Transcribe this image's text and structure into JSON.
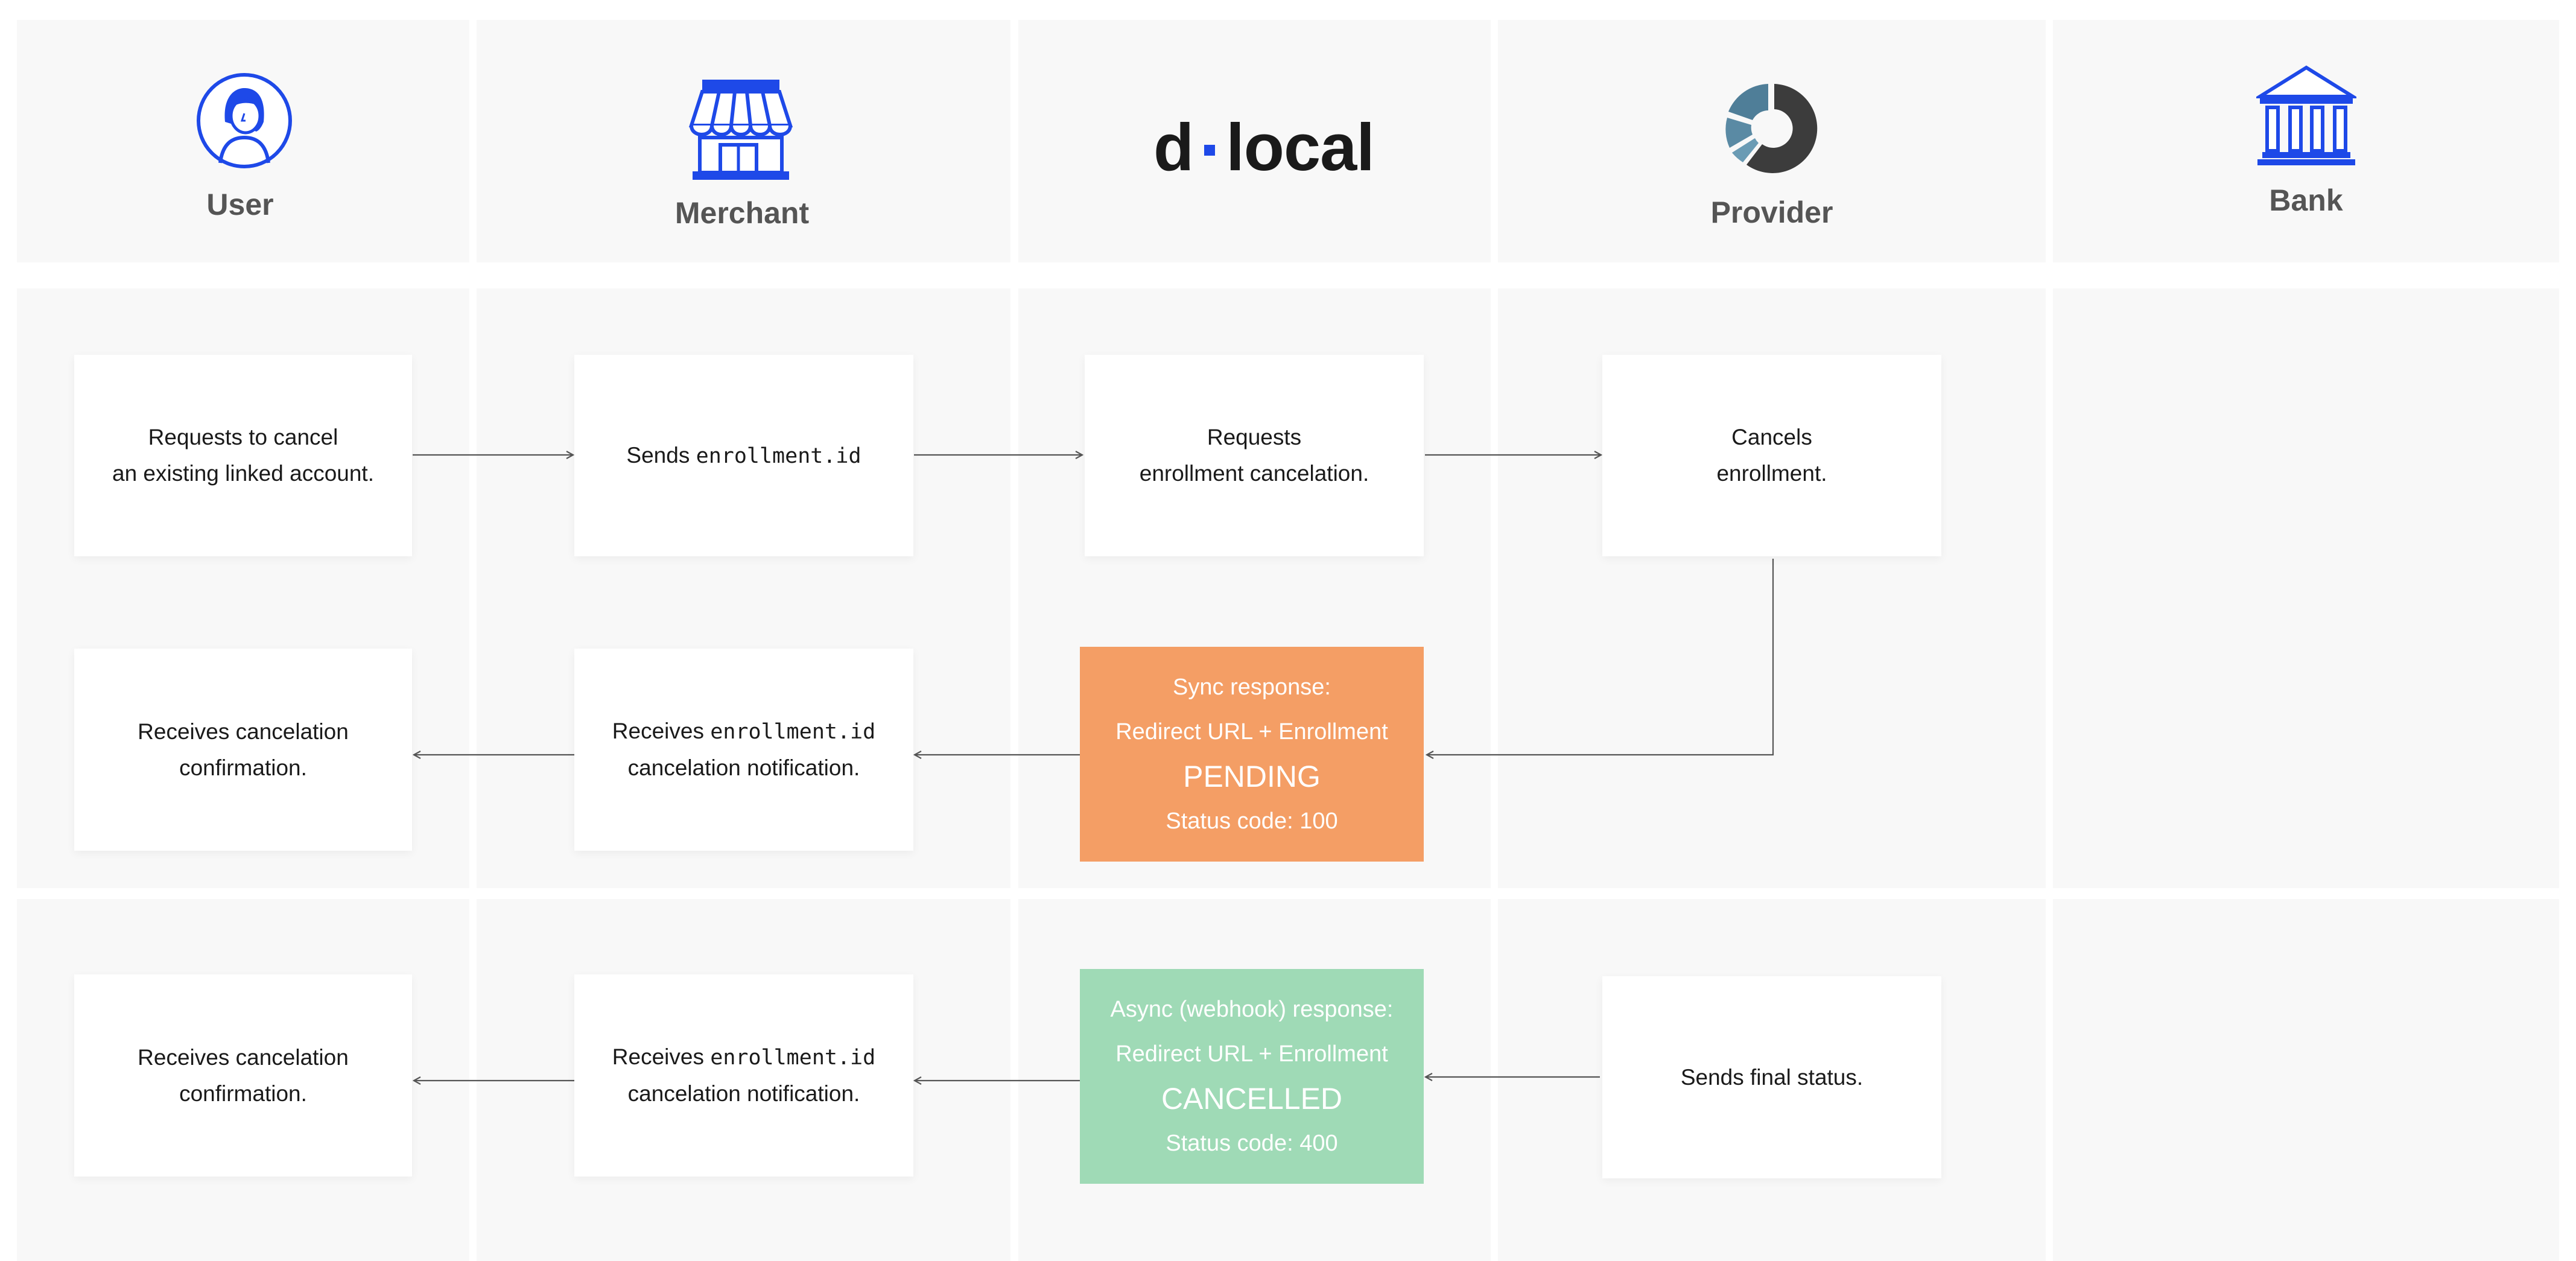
{
  "lanes": {
    "user": "User",
    "merchant": "Merchant",
    "dlocal_left": "d",
    "dlocal_right": "local",
    "provider": "Provider",
    "bank": "Bank"
  },
  "icons": {
    "user": "user-avatar-icon",
    "merchant": "storefront-icon",
    "provider": "provider-pie-icon",
    "bank": "bank-building-icon"
  },
  "colors": {
    "brand_blue": "#1e49e8",
    "pending": "#f49e65",
    "cancelled": "#9fdab6"
  },
  "row1": {
    "user_l1": "Requests to cancel",
    "user_l2": "an existing linked account.",
    "merchant_text": "Sends ",
    "merchant_code": "enrollment.id",
    "dlocal_l1": "Requests",
    "dlocal_l2": "enrollment cancelation.",
    "provider_l1": "Cancels",
    "provider_l2": "enrollment."
  },
  "row2": {
    "user_l1": "Receives cancelation",
    "user_l2": "confirmation.",
    "merchant_text": "Receives ",
    "merchant_code": "enrollment.id",
    "merchant_l2": "cancelation notification.",
    "status_title": "Sync response:",
    "status_l2": "Redirect URL + Enrollment",
    "status_state": "PENDING",
    "status_code": "Status code: 100"
  },
  "row3": {
    "user_l1": "Receives cancelation",
    "user_l2": "confirmation.",
    "merchant_text": "Receives ",
    "merchant_code": "enrollment.id",
    "merchant_l2": "cancelation notification.",
    "status_title": "Async (webhook) response:",
    "status_l2": "Redirect URL + Enrollment",
    "status_state": "CANCELLED",
    "status_code": "Status code: 400",
    "provider_l1": "Sends final status."
  }
}
